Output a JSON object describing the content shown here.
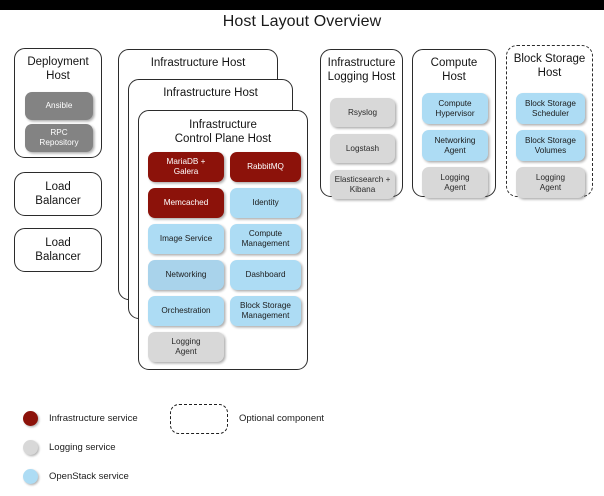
{
  "page": {
    "title": "Host Layout Overview",
    "topbar_color": "#000000",
    "background": "#ffffff"
  },
  "colors": {
    "infrastructure_service": "#8c120a",
    "logging_service": "#d8d8d8",
    "openstack_service": "#addcf4",
    "deployment_tool": "#838383",
    "host_border": "#2b2b2b"
  },
  "hosts": [
    {
      "id": "deployment-host",
      "title": "Deployment\nHost",
      "optional": false,
      "services": [
        {
          "label": "Ansible",
          "kind": "darkgrey"
        },
        {
          "label": "RPC\nRepository",
          "kind": "darkgrey"
        }
      ]
    },
    {
      "id": "load-balancer-1",
      "title": "Load\nBalancer",
      "optional": false,
      "services": []
    },
    {
      "id": "load-balancer-2",
      "title": "Load\nBalancer",
      "optional": false,
      "services": []
    },
    {
      "id": "infrastructure-host-back",
      "title": "Infrastructure Host",
      "optional": false,
      "services": []
    },
    {
      "id": "infrastructure-host-mid",
      "title": "Infrastructure Host",
      "optional": false,
      "services": []
    },
    {
      "id": "infrastructure-control-plane-host",
      "title": "Infrastructure\nControl Plane Host",
      "optional": false,
      "services": [
        {
          "label": "MariaDB +\nGalera",
          "kind": "infra"
        },
        {
          "label": "RabbitMQ",
          "kind": "infra"
        },
        {
          "label": "Memcached",
          "kind": "infra"
        },
        {
          "label": "Identity",
          "kind": "openstack"
        },
        {
          "label": "Image Service",
          "kind": "openstack"
        },
        {
          "label": "Compute\nManagement",
          "kind": "openstack"
        },
        {
          "label": "Networking",
          "kind": "openstack"
        },
        {
          "label": "Dashboard",
          "kind": "openstack"
        },
        {
          "label": "Orchestration",
          "kind": "openstack"
        },
        {
          "label": "Block Storage\nManagement",
          "kind": "openstack"
        },
        {
          "label": "Logging\nAgent",
          "kind": "logging"
        }
      ]
    },
    {
      "id": "infrastructure-logging-host",
      "title": "Infrastructure\nLogging Host",
      "optional": false,
      "services": [
        {
          "label": "Rsyslog",
          "kind": "logging"
        },
        {
          "label": "Logstash",
          "kind": "logging"
        },
        {
          "label": "Elasticsearch +\nKibana",
          "kind": "logging"
        }
      ]
    },
    {
      "id": "compute-host",
      "title": "Compute\nHost",
      "optional": false,
      "services": [
        {
          "label": "Compute\nHypervisor",
          "kind": "openstack"
        },
        {
          "label": "Networking\nAgent",
          "kind": "openstack"
        },
        {
          "label": "Logging\nAgent",
          "kind": "logging"
        }
      ]
    },
    {
      "id": "block-storage-host",
      "title": "Block Storage\nHost",
      "optional": true,
      "services": [
        {
          "label": "Block Storage\nScheduler",
          "kind": "openstack"
        },
        {
          "label": "Block Storage\nVolumes",
          "kind": "openstack"
        },
        {
          "label": "Logging\nAgent",
          "kind": "logging"
        }
      ]
    }
  ],
  "legend": {
    "entries": [
      {
        "label": "Infrastructure service",
        "kind": "infra"
      },
      {
        "label": "Logging service",
        "kind": "logging"
      },
      {
        "label": "OpenStack service",
        "kind": "openstack"
      }
    ],
    "optional": {
      "label": "Optional component"
    }
  }
}
